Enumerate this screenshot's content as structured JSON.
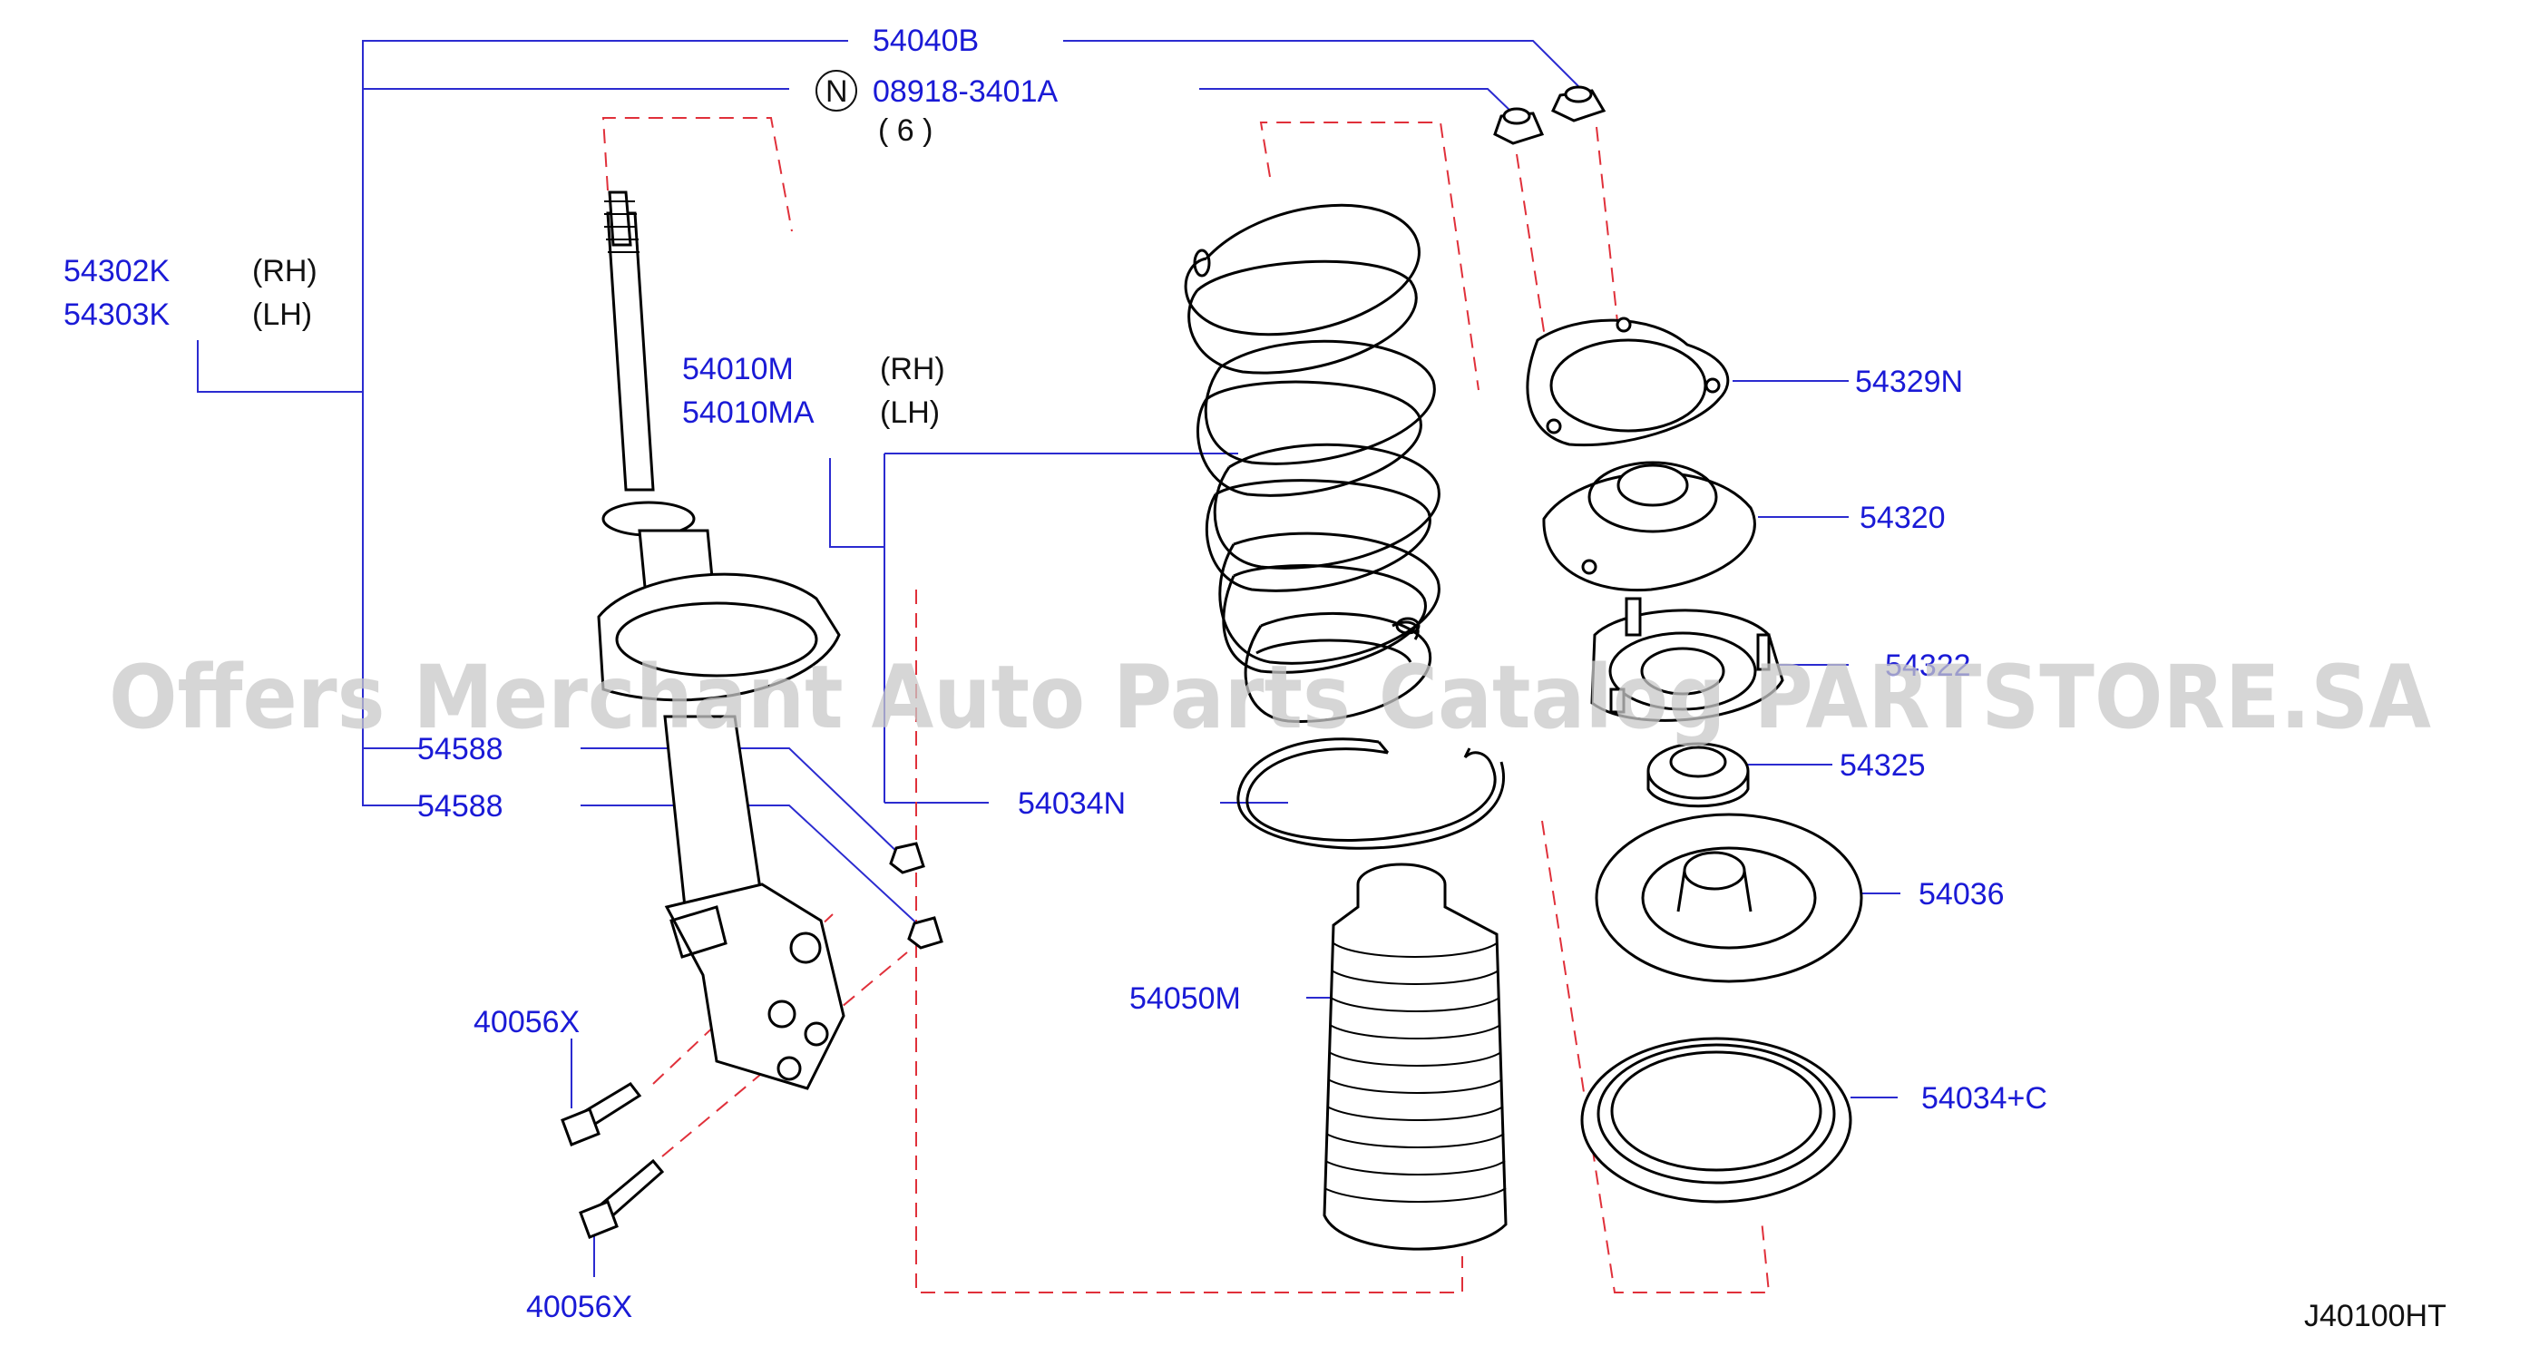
{
  "colors": {
    "part_number": "#1a1ad6",
    "note_text": "#111111",
    "leader_line": "#2b2bd0",
    "drawing": "#000000",
    "dashed_guide": "#e0303a",
    "watermark": "#c8c8c8"
  },
  "watermark": "Offers Merchant Auto Parts Catalog PARTSTORE.SA",
  "diagram_code": "J40100HT",
  "labels": {
    "p54040B": "54040B",
    "badge_n": "N",
    "p08918": "08918-3401A",
    "qty_6": "( 6 )",
    "p54302K": "54302K",
    "p54302K_side": "(RH)",
    "p54303K": "54303K",
    "p54303K_side": "(LH)",
    "p54010M": "54010M",
    "p54010M_side": "(RH)",
    "p54010MA": "54010MA",
    "p54010MA_side": "(LH)",
    "p54329N": "54329N",
    "p54320": "54320",
    "p54322": "54322",
    "p54325": "54325",
    "p54036": "54036",
    "p54034CPLUS": "54034+C",
    "p54034N": "54034N",
    "p54588_a": "54588",
    "p54588_b": "54588",
    "p54050M": "54050M",
    "p40056X_a": "40056X",
    "p40056X_b": "40056X"
  }
}
